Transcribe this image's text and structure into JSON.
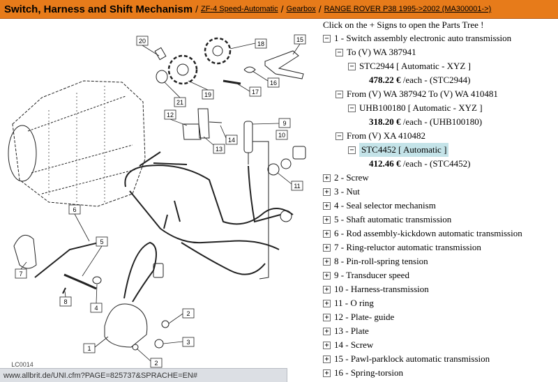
{
  "header": {
    "title": "Switch, Harness and Shift Mechanism",
    "breadcrumbs": [
      "ZF-4 Speed-Automatic",
      "Gearbox",
      "RANGE ROVER P38 1995->2002 (MA300001->)"
    ]
  },
  "diagram": {
    "callouts": [
      "20",
      "18",
      "15",
      "21",
      "19",
      "17",
      "16",
      "12",
      "13",
      "14",
      "9",
      "10",
      "11",
      "6",
      "5",
      "7",
      "8",
      "4",
      "2",
      "3",
      "1",
      "2"
    ],
    "figure_code": "LC0014"
  },
  "status_bar": {
    "url": "www.allbrit.de/UNI.cfm?PAGE=825737&SPRACHE=EN#"
  },
  "tree": {
    "hint": "Click on the + Signs to open the Parts Tree !",
    "item1": {
      "label": "1 - Switch assembly electronic auto transmission"
    },
    "group_a": {
      "label": "To (V) WA 387941",
      "part": "STC2944 [ Automatic - XYZ ]",
      "price": "478.22 €",
      "price_suffix": " /each - (STC2944)"
    },
    "group_b": {
      "label": "From (V) WA 387942 To (V) WA 410481",
      "part": "UHB100180 [ Automatic - XYZ ]",
      "price": "318.20 €",
      "price_suffix": " /each - (UHB100180)"
    },
    "group_c": {
      "label": "From (V) XA 410482",
      "part": "STC4452 [ Automatic ]",
      "price": "412.46 €",
      "price_suffix": " /each - (STC4452)"
    },
    "collapsed_items": [
      "2 - Screw",
      "3 - Nut",
      "4 - Seal selector mechanism",
      "5 - Shaft automatic transmission",
      "6 - Rod assembly-kickdown automatic transmission",
      "7 - Ring-reluctor automatic transmission",
      "8 - Pin-roll-spring tension",
      "9 - Transducer speed",
      "10 - Harness-transmission",
      "11 - O ring",
      "12 - Plate- guide",
      "13 - Plate",
      "14 - Screw",
      "15 - Pawl-parklock automatic transmission",
      "16 - Spring-torsion"
    ]
  }
}
